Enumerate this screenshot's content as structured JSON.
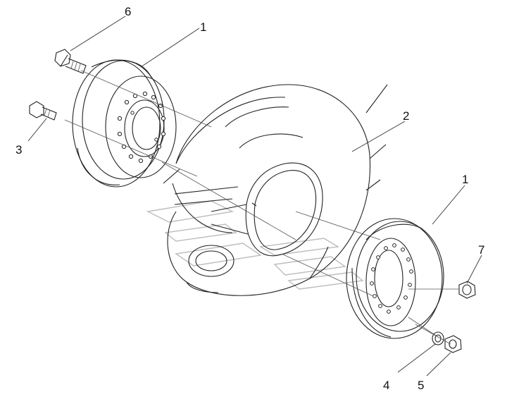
{
  "callouts": {
    "part_6": "6",
    "part_1_top": "1",
    "part_3": "3",
    "part_2": "2",
    "part_1_right": "1",
    "part_7": "7",
    "part_4": "4",
    "part_5": "5"
  }
}
